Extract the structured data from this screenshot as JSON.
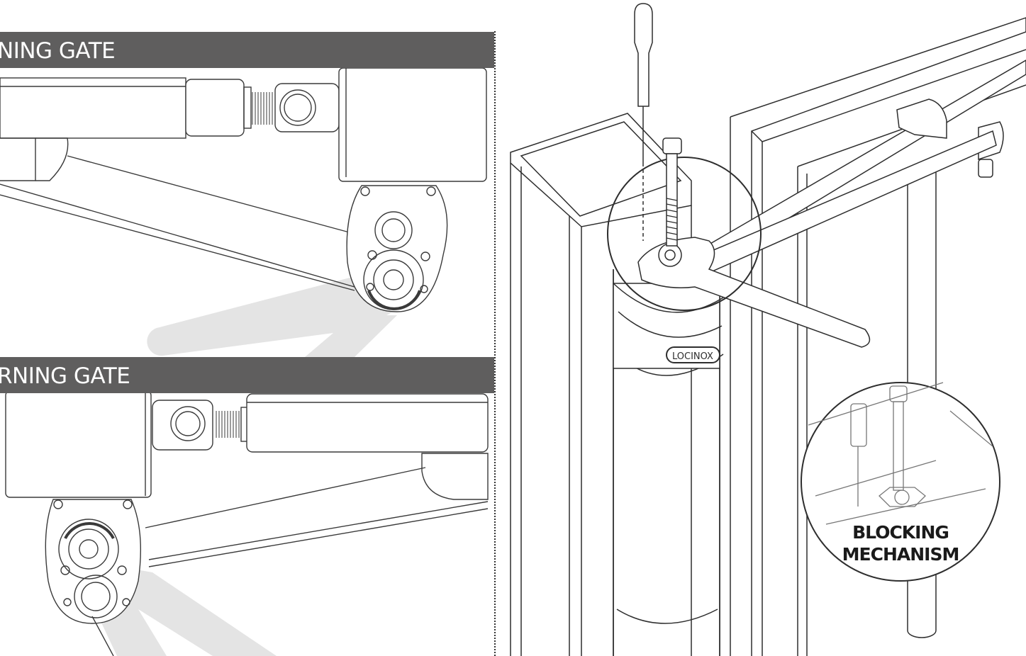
{
  "panels": {
    "top": {
      "title": "NING GATE"
    },
    "bottom": {
      "title": "RNING GATE"
    }
  },
  "callout": {
    "line1": "BLOCKING",
    "line2": "MECHANISM"
  },
  "brand_mark": "LOCINOX",
  "colors": {
    "banner": "#5f5e5e",
    "line": "#3a3a3a",
    "ghost": "#e4e4e4"
  }
}
